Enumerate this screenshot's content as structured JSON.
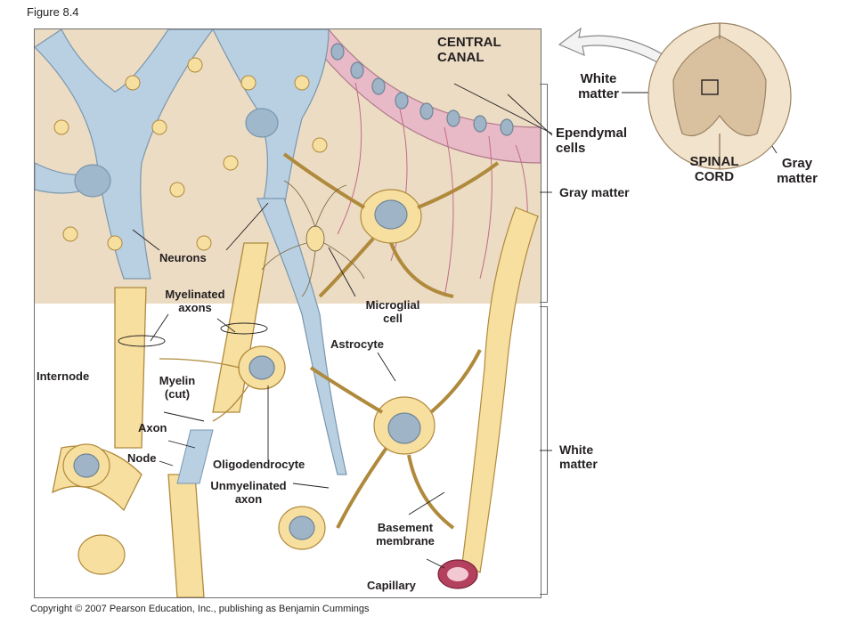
{
  "figure_title": "Figure 8.4",
  "copyright": "Copyright © 2007 Pearson Education, Inc., publishing as Benjamin Cummings",
  "labels": {
    "central_canal": "CENTRAL\nCANAL",
    "white_matter_inset": "White\nmatter",
    "ependymal_cells": "Ependymal\ncells",
    "gray_matter_side": "Gray matter",
    "spinal_cord": "SPINAL\nCORD",
    "gray_matter_inset": "Gray\nmatter",
    "neurons": "Neurons",
    "myelinated_axons": "Myelinated\naxons",
    "microglial_cell": "Microglial\ncell",
    "astrocyte": "Astrocyte",
    "internode": "Internode",
    "myelin_cut": "Myelin\n(cut)",
    "axon": "Axon",
    "node": "Node",
    "oligodendrocyte": "Oligodendrocyte",
    "unmyelinated_axon": "Unmyelinated\naxon",
    "basement_membrane": "Basement\nmembrane",
    "capillary": "Capillary",
    "white_matter_side": "White\nmatter"
  },
  "colors": {
    "gray_matter_bg": "#ecdcc4",
    "white_matter_bg": "#ffffff",
    "neuron_blue": "#b9d0e2",
    "glia_yellow": "#f7dfa0",
    "glia_outline": "#b08a3c",
    "ependymal_pink": "#e8b9c6",
    "nucleus": "#8fa6b8",
    "capillary_red": "#b3405c"
  }
}
